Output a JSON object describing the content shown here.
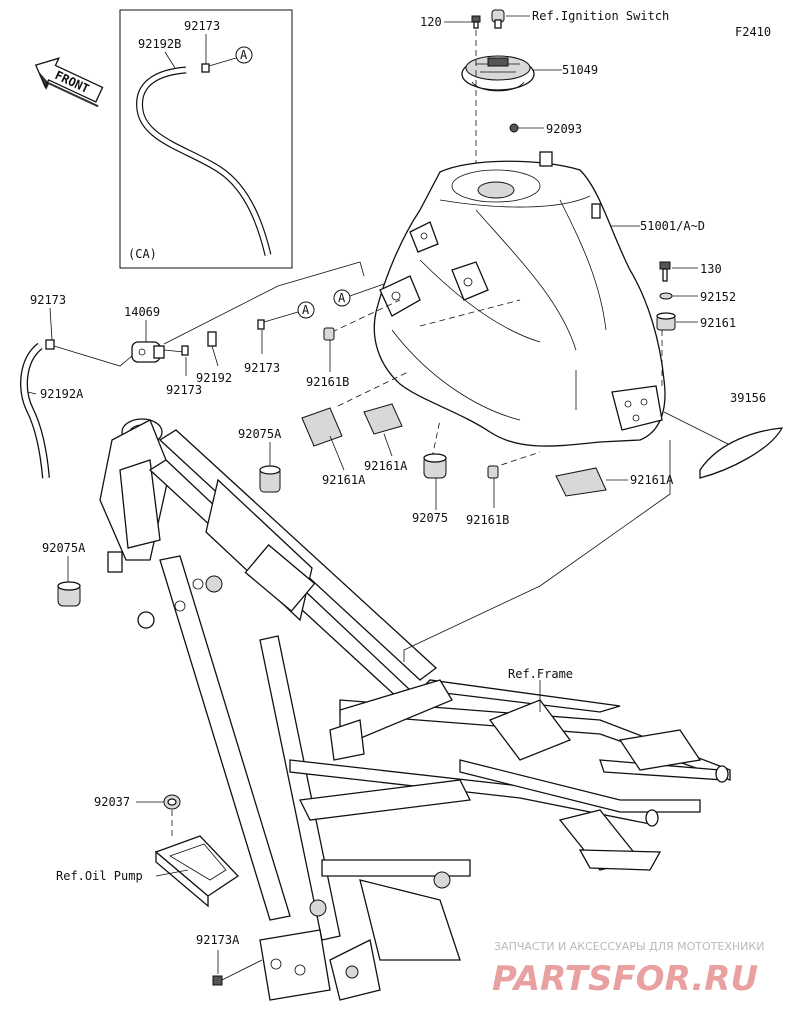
{
  "figure_code": "F2410",
  "front_label": "FRONT",
  "inset_region": "(CA)",
  "callout_letter": "A",
  "labels": {
    "p120": "120",
    "ref_ignition": "Ref.Ignition Switch",
    "p51049": "51049",
    "p92093": "92093",
    "p51001": "51001/A~D",
    "p130": "130",
    "p92152": "92152",
    "p92161": "92161",
    "p39156": "39156",
    "p92161a_1": "92161A",
    "p92161a_2": "92161A",
    "p92161a_3": "92161A",
    "p92161b_1": "92161B",
    "p92161b_2": "92161B",
    "p92075": "92075",
    "p92075a_1": "92075A",
    "p92075a_2": "92075A",
    "p92173_inset": "92173",
    "p92192b": "92192B",
    "p92173_a": "92173",
    "p92192a": "92192A",
    "p14069": "14069",
    "p92173_b": "92173",
    "p92192": "92192",
    "p92173_c": "92173",
    "ref_frame": "Ref.Frame",
    "p92037": "92037",
    "ref_oil_pump": "Ref.Oil Pump",
    "p92173a": "92173A"
  },
  "watermark": {
    "line1": "ЗАПЧАСТИ И АКСЕССУАРЫ ДЛЯ МОТОТЕХНИКИ",
    "line2": "PARTSFOR.RU"
  }
}
